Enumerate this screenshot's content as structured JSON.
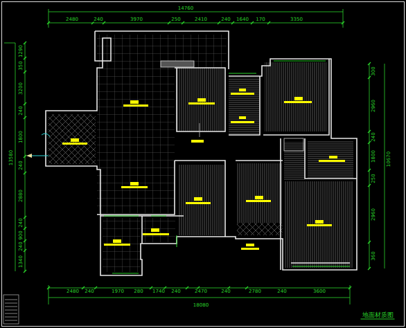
{
  "diagram": {
    "title": "地面材质图",
    "labels": [
      "14760",
      "2480",
      "240",
      "3970",
      "250",
      "2410",
      "240",
      "1640",
      "170",
      "3350",
      "18080",
      "2480",
      "240",
      "1970",
      "280",
      "1740",
      "240",
      "2470",
      "240",
      "2780",
      "240",
      "3600",
      "13580",
      "1290",
      "350",
      "3200",
      "240",
      "1800",
      "240",
      "2880",
      "240",
      "900",
      "240",
      "1340",
      "10670",
      "300",
      "2960",
      "240",
      "1800",
      "250",
      "2960",
      "360"
    ]
  }
}
